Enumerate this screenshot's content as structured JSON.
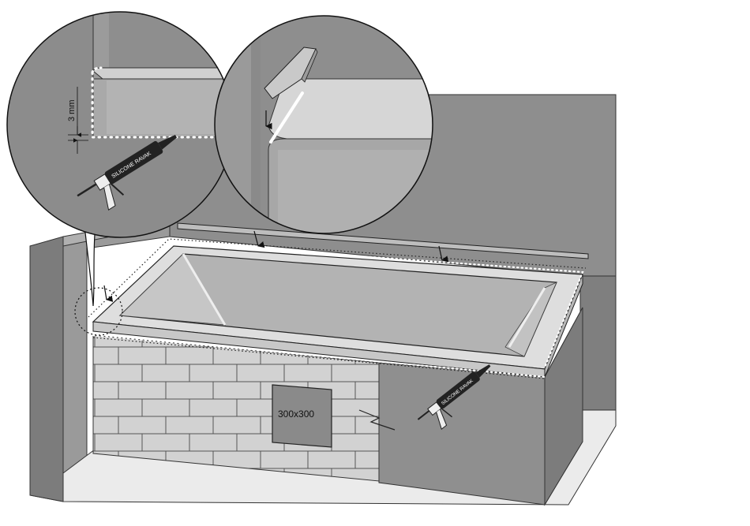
{
  "labels": {
    "gap_measure": "3 mm",
    "access_panel_size": "300x300",
    "cartridge_brand": "SILICONE RAVAK"
  },
  "colors": {
    "wall": "#8c8c8c",
    "wall_dark": "#7a7a7a",
    "tub_rim": "#dedede",
    "tub_inner": "#b3b3b3",
    "brick": "#cfcfcf",
    "floor": "#e8e8e8",
    "panel": "#8f8f8f",
    "outline": "#1a1a1a",
    "sealant_dots": "#ffffff"
  },
  "icons": [
    "silicone-gun-icon",
    "arrow-down-icon",
    "magnifier-circle-icon"
  ]
}
